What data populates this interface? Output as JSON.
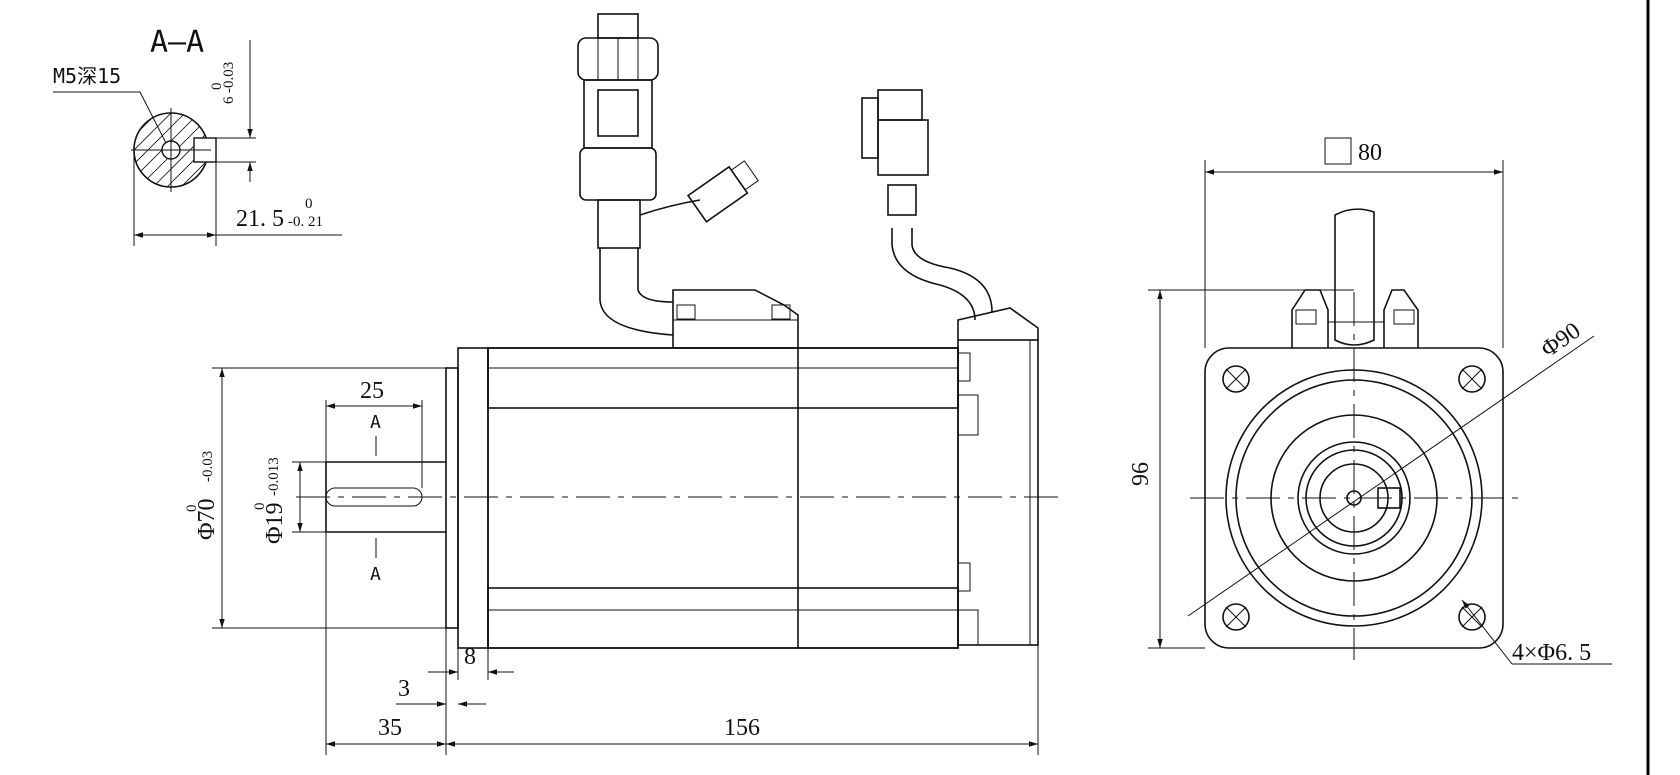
{
  "section": {
    "title": "A—A",
    "thread_label": "M5深15",
    "key_width": "6",
    "key_width_upper_tol": "0",
    "key_width_lower_tol": "-0.03",
    "shaft_depth": "21. 5",
    "shaft_depth_upper_tol": "0",
    "shaft_depth_lower_tol": "-0. 21"
  },
  "side_view": {
    "flange_diameter": "Φ70",
    "flange_diameter_upper_tol": "0",
    "flange_diameter_lower_tol": "-0.03",
    "shaft_diameter": "Φ19",
    "shaft_diameter_upper_tol": "0",
    "shaft_diameter_lower_tol": "-0.013",
    "keyway_length": "25",
    "section_marker_top": "A",
    "section_marker_bottom": "A",
    "flange_thickness": "8",
    "pilot_length": "3",
    "shaft_length": "35",
    "body_length": "156"
  },
  "front_view": {
    "square_size": "80",
    "height": "96",
    "bolt_circle": "Φ90",
    "holes": "4×Φ6. 5"
  },
  "colors": {
    "line": "#111111",
    "background": "#ffffff",
    "frame": "#000000"
  }
}
